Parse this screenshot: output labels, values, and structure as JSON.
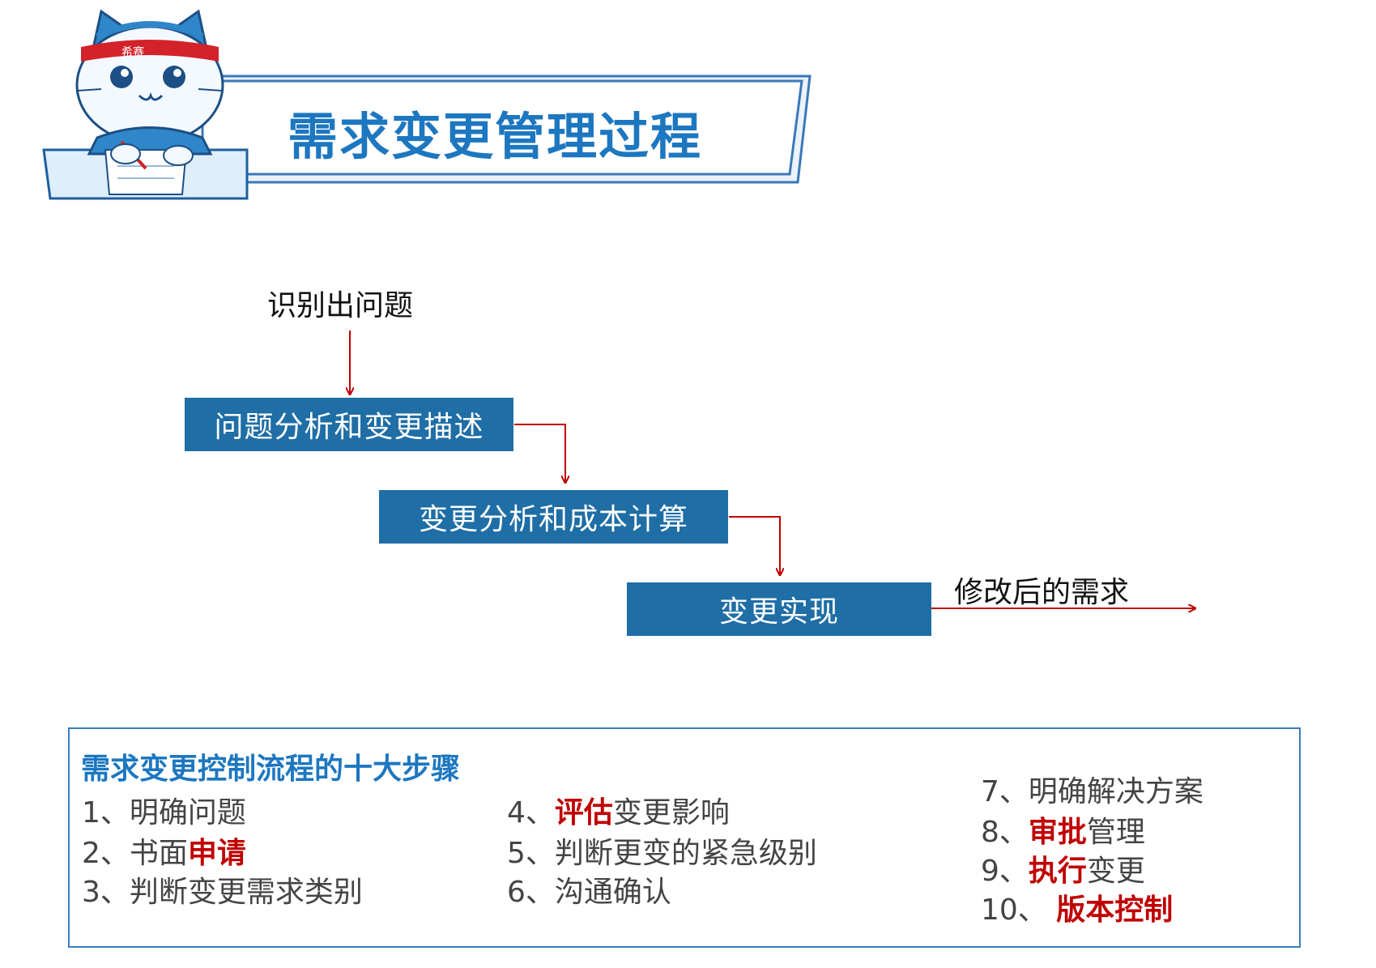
{
  "header": {
    "title": "需求变更管理过程",
    "mascot_band_text": "希赛"
  },
  "flow": {
    "start_label": "识别出问题",
    "boxes": [
      "问题分析和变更描述",
      "变更分析和成本计算",
      "变更实现"
    ],
    "output_label": "修改后的需求",
    "box_color": "#1f6ea6",
    "arrow_color": "#c00000"
  },
  "steps_panel": {
    "title": "需求变更控制流程的十大步骤",
    "steps": [
      {
        "num": "1、",
        "pre": "明确问题",
        "hl": "",
        "post": ""
      },
      {
        "num": "2、",
        "pre": "书面",
        "hl": "申请",
        "post": ""
      },
      {
        "num": "3、",
        "pre": "判断变更需求类别",
        "hl": "",
        "post": ""
      },
      {
        "num": "4、",
        "pre": "",
        "hl": "评估",
        "post": "变更影响"
      },
      {
        "num": "5、",
        "pre": "判断更变的紧急级别",
        "hl": "",
        "post": ""
      },
      {
        "num": "6、",
        "pre": "沟通确认",
        "hl": "",
        "post": ""
      },
      {
        "num": "7、",
        "pre": "明确解决方案",
        "hl": "",
        "post": ""
      },
      {
        "num": "8、",
        "pre": "",
        "hl": "审批",
        "post": "管理"
      },
      {
        "num": "9、",
        "pre": "",
        "hl": "执行",
        "post": "变更"
      },
      {
        "num": "10、",
        "pre": " ",
        "hl": "版本控制",
        "post": ""
      }
    ],
    "highlight_color": "#c00000",
    "title_color": "#1d77c0"
  }
}
